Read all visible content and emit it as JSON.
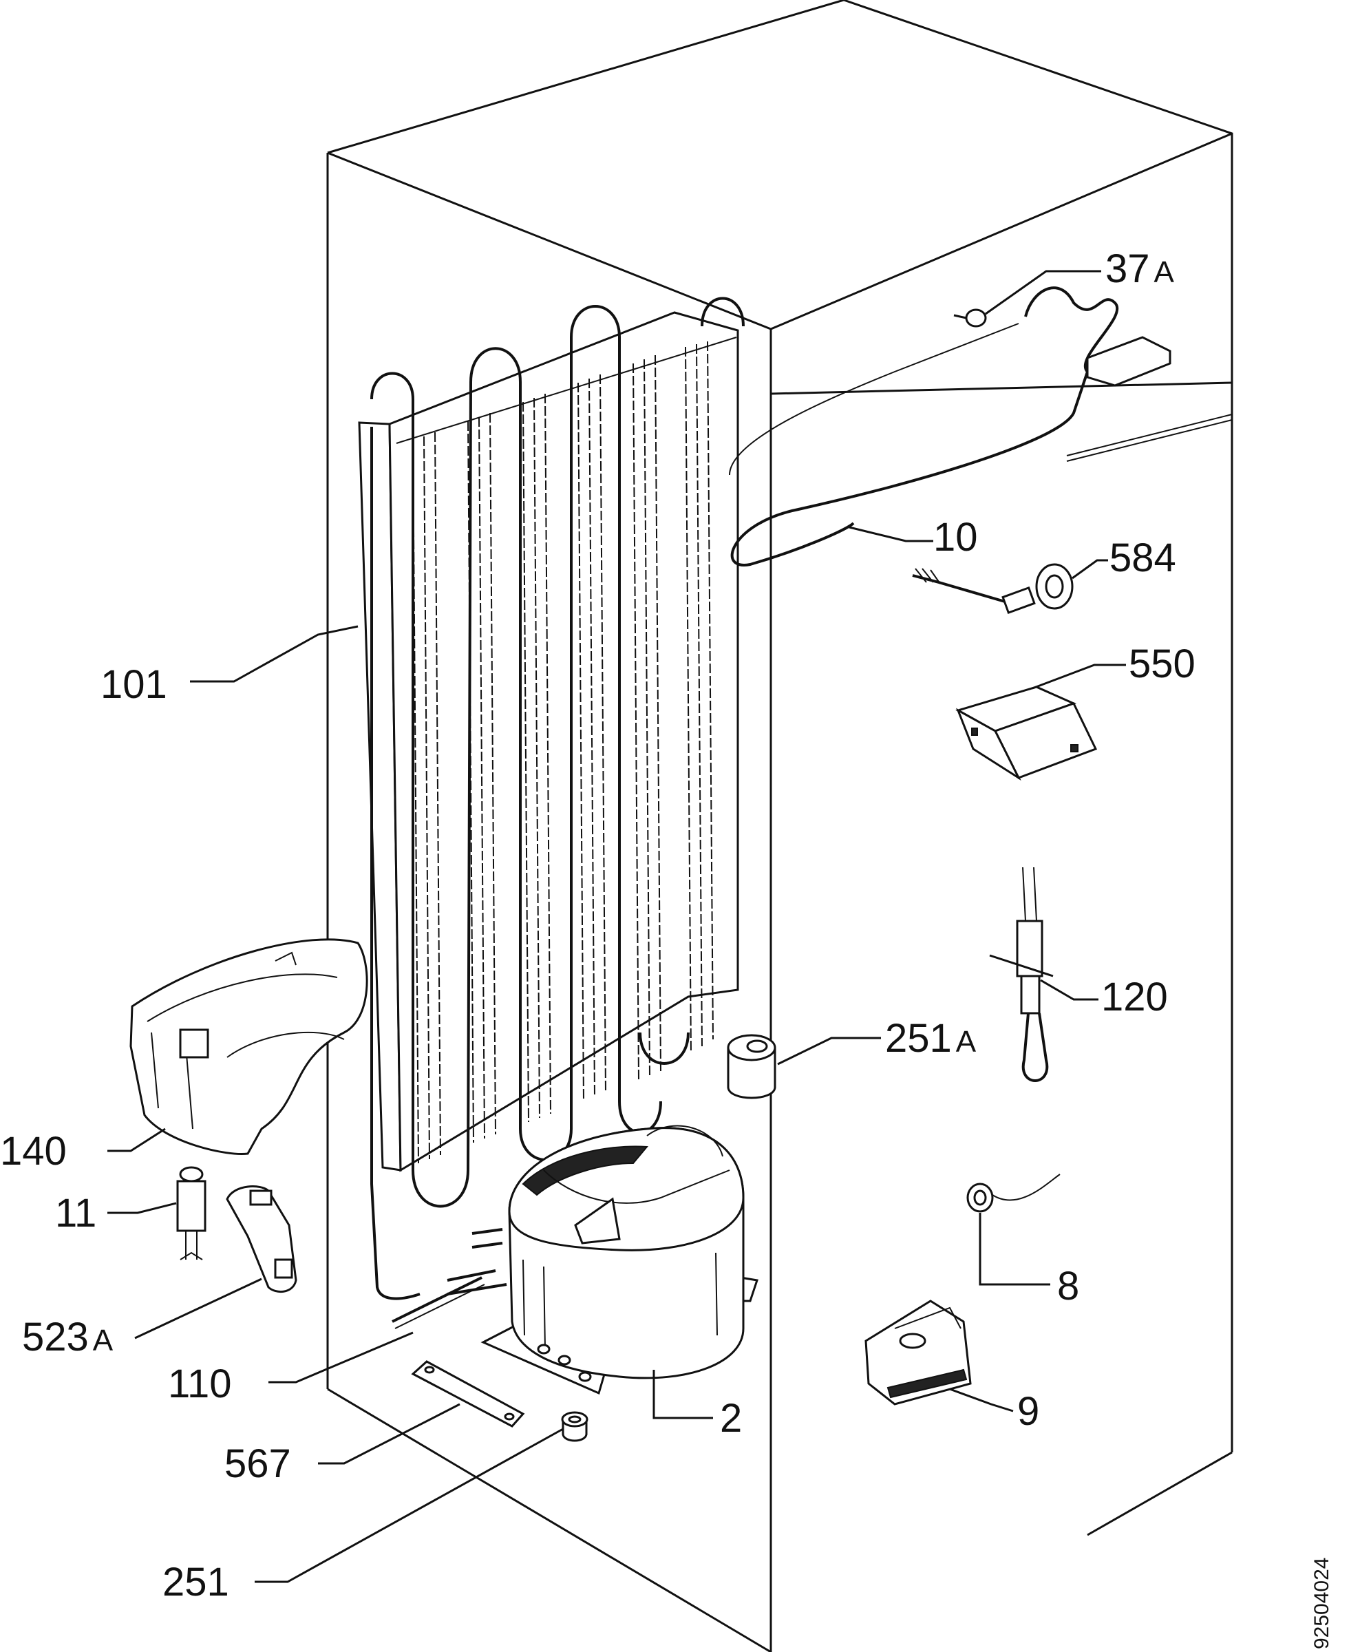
{
  "diagram": {
    "document_number": "92504024",
    "callouts": [
      {
        "id": "37A",
        "number": "37",
        "suffix": "A"
      },
      {
        "id": "10",
        "number": "10",
        "suffix": ""
      },
      {
        "id": "584",
        "number": "584",
        "suffix": ""
      },
      {
        "id": "550",
        "number": "550",
        "suffix": ""
      },
      {
        "id": "101",
        "number": "101",
        "suffix": ""
      },
      {
        "id": "120",
        "number": "120",
        "suffix": ""
      },
      {
        "id": "251A",
        "number": "251",
        "suffix": "A"
      },
      {
        "id": "140",
        "number": "140",
        "suffix": ""
      },
      {
        "id": "11",
        "number": "11",
        "suffix": ""
      },
      {
        "id": "8",
        "number": "8",
        "suffix": ""
      },
      {
        "id": "523A",
        "number": "523",
        "suffix": "A"
      },
      {
        "id": "110",
        "number": "110",
        "suffix": ""
      },
      {
        "id": "2",
        "number": "2",
        "suffix": ""
      },
      {
        "id": "9",
        "number": "9",
        "suffix": ""
      },
      {
        "id": "567",
        "number": "567",
        "suffix": ""
      },
      {
        "id": "251",
        "number": "251",
        "suffix": ""
      }
    ]
  }
}
